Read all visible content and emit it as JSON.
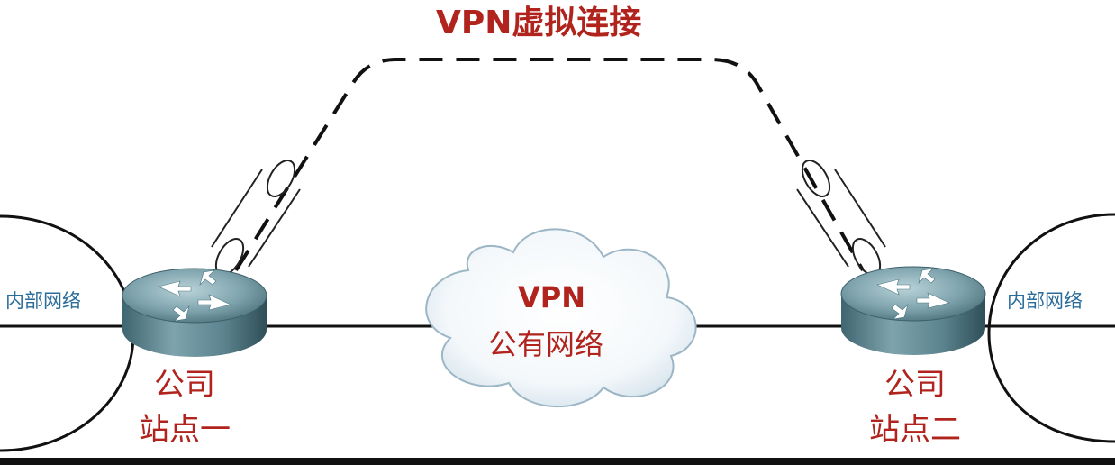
{
  "title": "VPN虚拟连接",
  "cloud": {
    "line1": "VPN",
    "line2": "公有网络"
  },
  "internal_networks": {
    "left": "内部网络",
    "right": "内部网络"
  },
  "sites": {
    "left": {
      "line1": "公司",
      "line2": "站点一"
    },
    "right": {
      "line1": "公司",
      "line2": "站点二"
    }
  },
  "colors": {
    "label_red": "#b0241d",
    "label_blue": "#2a6c9a",
    "router_teal": "#5f8e99",
    "line": "#111111"
  },
  "icons": [
    "router-icon",
    "cloud-icon",
    "tunnel-icon"
  ]
}
